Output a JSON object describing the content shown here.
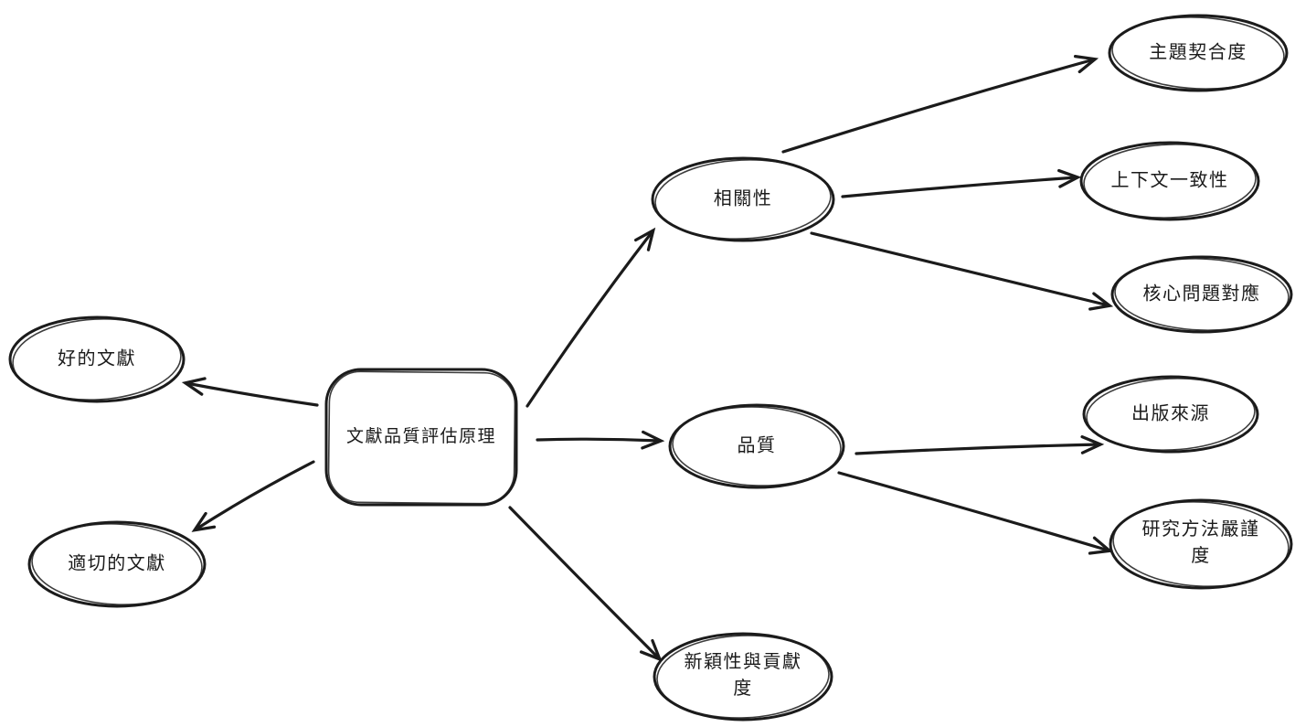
{
  "canvas": {
    "background": "#ffffff",
    "stroke_color": "#1b1b1b"
  },
  "mindmap": {
    "root": {
      "id": "literature-quality-assessment-principles",
      "label": "文獻品質評估原理",
      "shape": "rounded-rectangle"
    },
    "nodes": [
      {
        "id": "good-literature",
        "label": "好的文獻",
        "shape": "ellipse"
      },
      {
        "id": "appropriate-literature",
        "label": "適切的文獻",
        "shape": "ellipse"
      },
      {
        "id": "relevance",
        "label": "相關性",
        "shape": "ellipse"
      },
      {
        "id": "topic-fit",
        "label": "主題契合度",
        "shape": "ellipse"
      },
      {
        "id": "context-consistency",
        "label": "上下文一致性",
        "shape": "ellipse"
      },
      {
        "id": "core-question-mapping",
        "label": "核心問題對應",
        "shape": "ellipse"
      },
      {
        "id": "quality",
        "label": "品質",
        "shape": "ellipse"
      },
      {
        "id": "publication-source",
        "label": "出版來源",
        "shape": "ellipse"
      },
      {
        "id": "methodological-rigor",
        "label": "研究方法嚴謹度",
        "shape": "ellipse"
      },
      {
        "id": "novelty-contribution",
        "label": "新穎性與貢獻度",
        "shape": "ellipse"
      }
    ],
    "edges": [
      {
        "from": "文獻品質評估原理",
        "to": "好的文獻"
      },
      {
        "from": "文獻品質評估原理",
        "to": "適切的文獻"
      },
      {
        "from": "文獻品質評估原理",
        "to": "相關性"
      },
      {
        "from": "文獻品質評估原理",
        "to": "品質"
      },
      {
        "from": "文獻品質評估原理",
        "to": "新穎性與貢獻度"
      },
      {
        "from": "相關性",
        "to": "主題契合度"
      },
      {
        "from": "相關性",
        "to": "上下文一致性"
      },
      {
        "from": "相關性",
        "to": "核心問題對應"
      },
      {
        "from": "品質",
        "to": "出版來源"
      },
      {
        "from": "品質",
        "to": "研究方法嚴謹度"
      }
    ]
  }
}
